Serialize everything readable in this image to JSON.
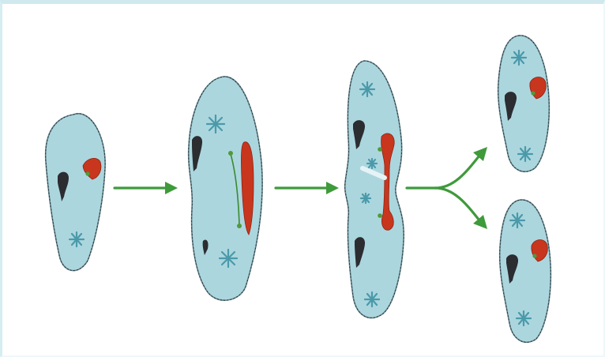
{
  "diagram": {
    "stages": [
      {
        "name": "single-cell"
      },
      {
        "name": "elongating-cell"
      },
      {
        "name": "dividing-cell"
      },
      {
        "name": "daughter-cell-top"
      },
      {
        "name": "daughter-cell-bottom"
      }
    ],
    "colors": {
      "cytoplasm": "#acd6de",
      "outline": "#5c7f88",
      "cilia": "#2a2f33",
      "macronucleus": "#c8361e",
      "micronucleus": "#4f9a3a",
      "oral_groove": "#2b2d31",
      "contractile_vacuole": "#4a9aaa",
      "arrow": "#3f9a3b",
      "frame": "#cfe9ef"
    },
    "icons": [
      "contractile-vacuole-icon",
      "macronucleus-icon",
      "micronucleus-icon",
      "oral-groove-icon",
      "arrow-icon"
    ]
  }
}
